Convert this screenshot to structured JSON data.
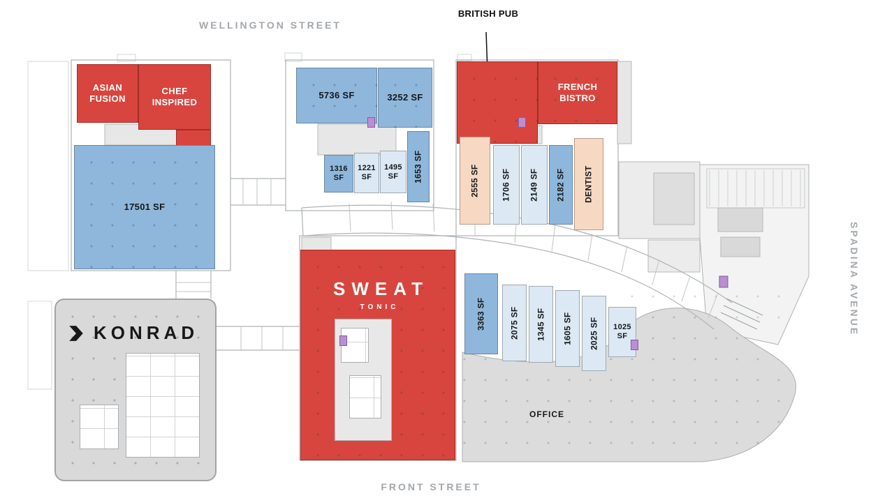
{
  "colors": {
    "red": "#d8453e",
    "blue": "#8fb7dc",
    "pale_blue": "#dce9f4",
    "peach": "#f7d8c3",
    "gray_fill": "#d9d9d9",
    "purple": "#b98fd4",
    "street_text": "#a3a7ab",
    "label_dark": "#15181a",
    "label_white": "#ffffff"
  },
  "streets": {
    "wellington": "WELLINGTON STREET",
    "front": "FRONT STREET",
    "spadina": "SPADINA AVENUE"
  },
  "callout": {
    "british_pub": "BRITISH PUB"
  },
  "tenants": {
    "asian_fusion": "ASIAN FUSION",
    "chef_inspired": "CHEF INSPIRED",
    "french_bistro": "FRENCH BISTRO",
    "dentist": "DENTIST",
    "sweat": "SWEAT",
    "tonic": "TONIC",
    "konrad": "KONRAD",
    "office": "OFFICE"
  },
  "suites": {
    "nw_17501": "17501 SF",
    "n_5736": "5736 SF",
    "n_3252": "3252 SF",
    "n_1316": "1316 SF",
    "n_1221": "1221 SF",
    "n_1495": "1495 SF",
    "n_1653": "1653 SF",
    "ne_2555": "2555 SF",
    "ne_1706": "1706 SF",
    "ne_2149": "2149 SF",
    "ne_2182": "2182 SF",
    "se_3363": "3363 SF",
    "se_2075": "2075 SF",
    "se_1345": "1345 SF",
    "se_1605": "1605 SF",
    "se_2025": "2025 SF",
    "se_1025": "1025 SF"
  }
}
